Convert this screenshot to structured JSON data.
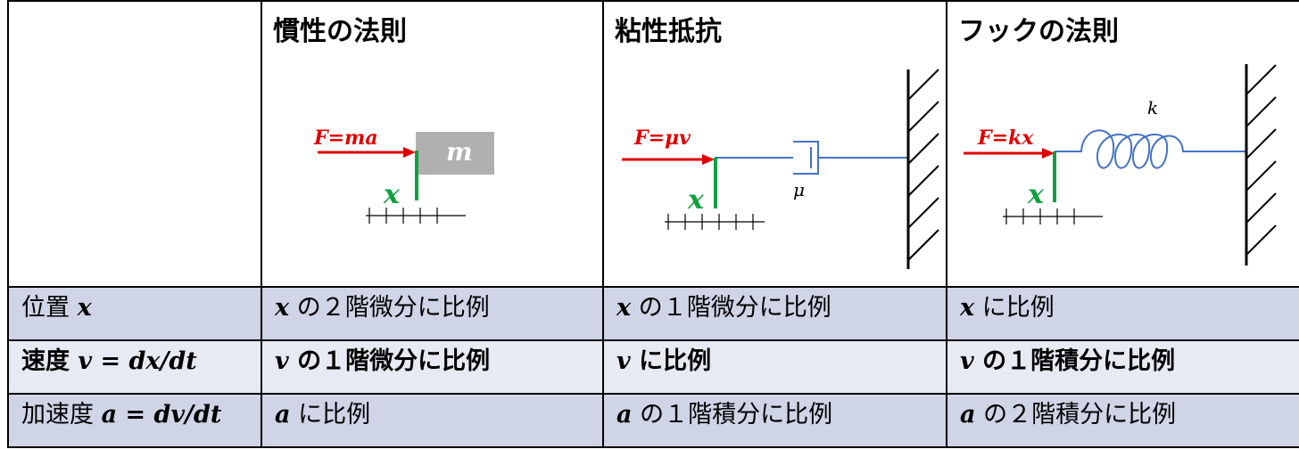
{
  "columns": {
    "inertia": {
      "title": "慣性の法則",
      "force_label": "F=ma",
      "disp_label": "x",
      "mass_label": "m"
    },
    "viscous": {
      "title": "粘性抵抗",
      "force_label": "F=μv",
      "disp_label": "x",
      "coef_label": "μ"
    },
    "hooke": {
      "title": "フックの法則",
      "force_label": "F=kx",
      "disp_label": "x",
      "coef_label": "k"
    }
  },
  "rows": [
    {
      "label": {
        "text": "位置 ",
        "math": "x"
      },
      "inertia": {
        "math": "x",
        "text": " の２階微分に比例"
      },
      "viscous": {
        "math": "x",
        "text": " の１階微分に比例"
      },
      "hooke": {
        "math": "x",
        "text": " に比例"
      }
    },
    {
      "label": {
        "text": "速度 ",
        "math": "v = dx/dt"
      },
      "inertia": {
        "math": "v",
        "text": " の１階微分に比例"
      },
      "viscous": {
        "math": "v",
        "text": " に比例"
      },
      "hooke": {
        "math": "v",
        "text": " の１階積分に比例"
      }
    },
    {
      "label": {
        "text": "加速度 ",
        "math": "a = dv/dt"
      },
      "inertia": {
        "math": "a",
        "text": " に比例"
      },
      "viscous": {
        "math": "a",
        "text": " の１階積分に比例"
      },
      "hooke": {
        "math": "a",
        "text": " の２階積分に比例"
      }
    }
  ],
  "colors": {
    "force": "#e00000",
    "displacement": "#10a040",
    "mechanism": "#4472c4",
    "mass_block": "#b0b0b0",
    "row_dark": "#cfd4e6",
    "row_light": "#e8eaf3"
  }
}
